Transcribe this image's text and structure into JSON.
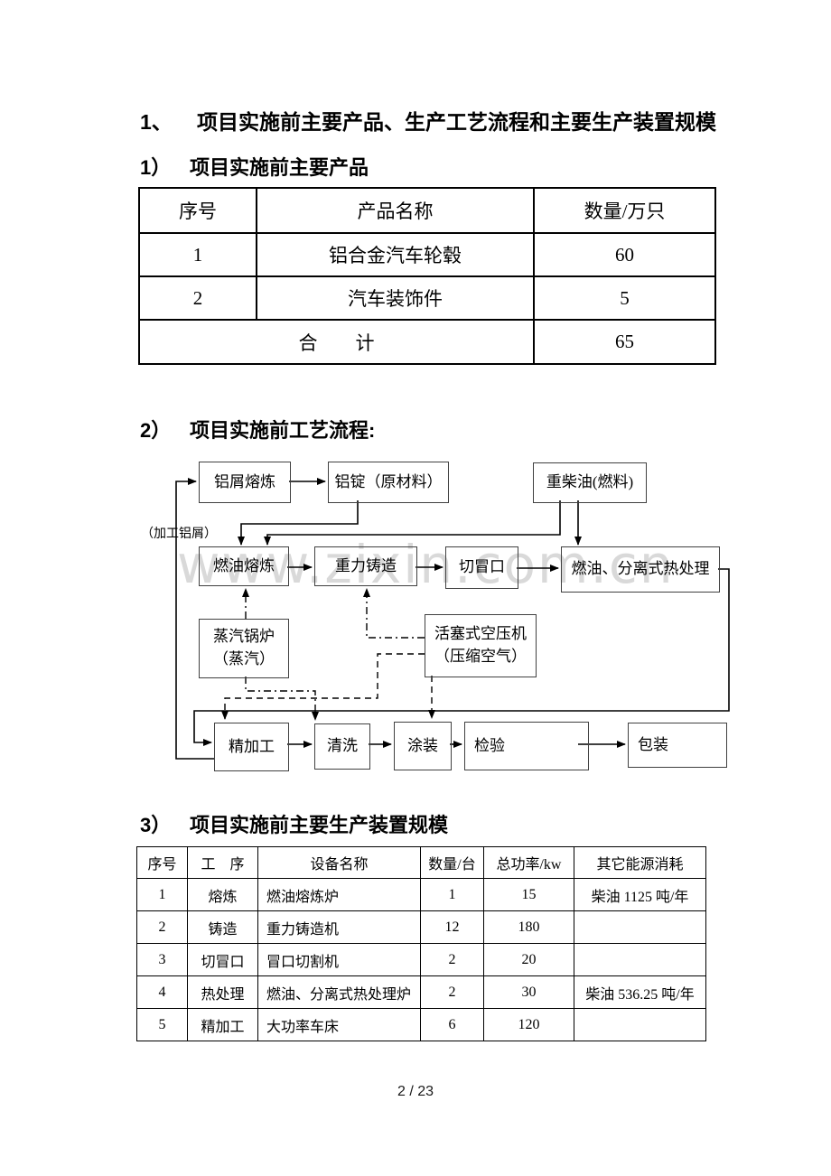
{
  "headings": {
    "h1_num": "1、",
    "h1": "项目实施前主要产品、生产工艺流程和主要生产装置规模",
    "s1_num": "1）",
    "s1": "项目实施前主要产品",
    "s2_num": "2）",
    "s2": "项目实施前工艺流程:",
    "s3_num": "3）",
    "s3": "项目实施前主要生产装置规模"
  },
  "table1": {
    "headers": [
      "序号",
      "产品名称",
      "数量/万只"
    ],
    "rows": [
      [
        "1",
        "铝合金汽车轮毂",
        "60"
      ],
      [
        "2",
        "汽车装饰件",
        "5"
      ]
    ],
    "total_label": "合　　计",
    "total_value": "65"
  },
  "flowchart": {
    "watermark": "www.zixin.com.cn",
    "side_label": "（加工铝屑）",
    "boxes": {
      "scrap_melt": "铝屑熔炼",
      "ingot": "铝锭（原材料）",
      "diesel": "重柴油(燃料)",
      "fuel_melt": "燃油熔炼",
      "gravity_cast": "重力铸造",
      "cut_riser": "切冒口",
      "heat_treat": "燃油、分离式热处理",
      "boiler_l1": "蒸汽锅炉",
      "boiler_l2": "（蒸汽）",
      "compressor_l1": "活塞式空压机",
      "compressor_l2": "（压缩空气）",
      "precision": "精加工",
      "clean": "清洗",
      "paint": "涂装",
      "inspect": "检验",
      "pack": "包装"
    }
  },
  "table2": {
    "headers": [
      "序号",
      "工　序",
      "设备名称",
      "数量/台",
      "总功率/kw",
      "其它能源消耗"
    ],
    "rows": [
      [
        "1",
        "熔炼",
        "燃油熔炼炉",
        "1",
        "15",
        "柴油 1125 吨/年"
      ],
      [
        "2",
        "铸造",
        "重力铸造机",
        "12",
        "180",
        ""
      ],
      [
        "3",
        "切冒口",
        "冒口切割机",
        "2",
        "20",
        ""
      ],
      [
        "4",
        "热处理",
        "燃油、分离式热处理炉",
        "2",
        "30",
        "柴油 536.25 吨/年"
      ],
      [
        "5",
        "精加工",
        "大功率车床",
        "6",
        "120",
        ""
      ]
    ]
  },
  "footer": {
    "page_indicator": "2 / 23"
  }
}
